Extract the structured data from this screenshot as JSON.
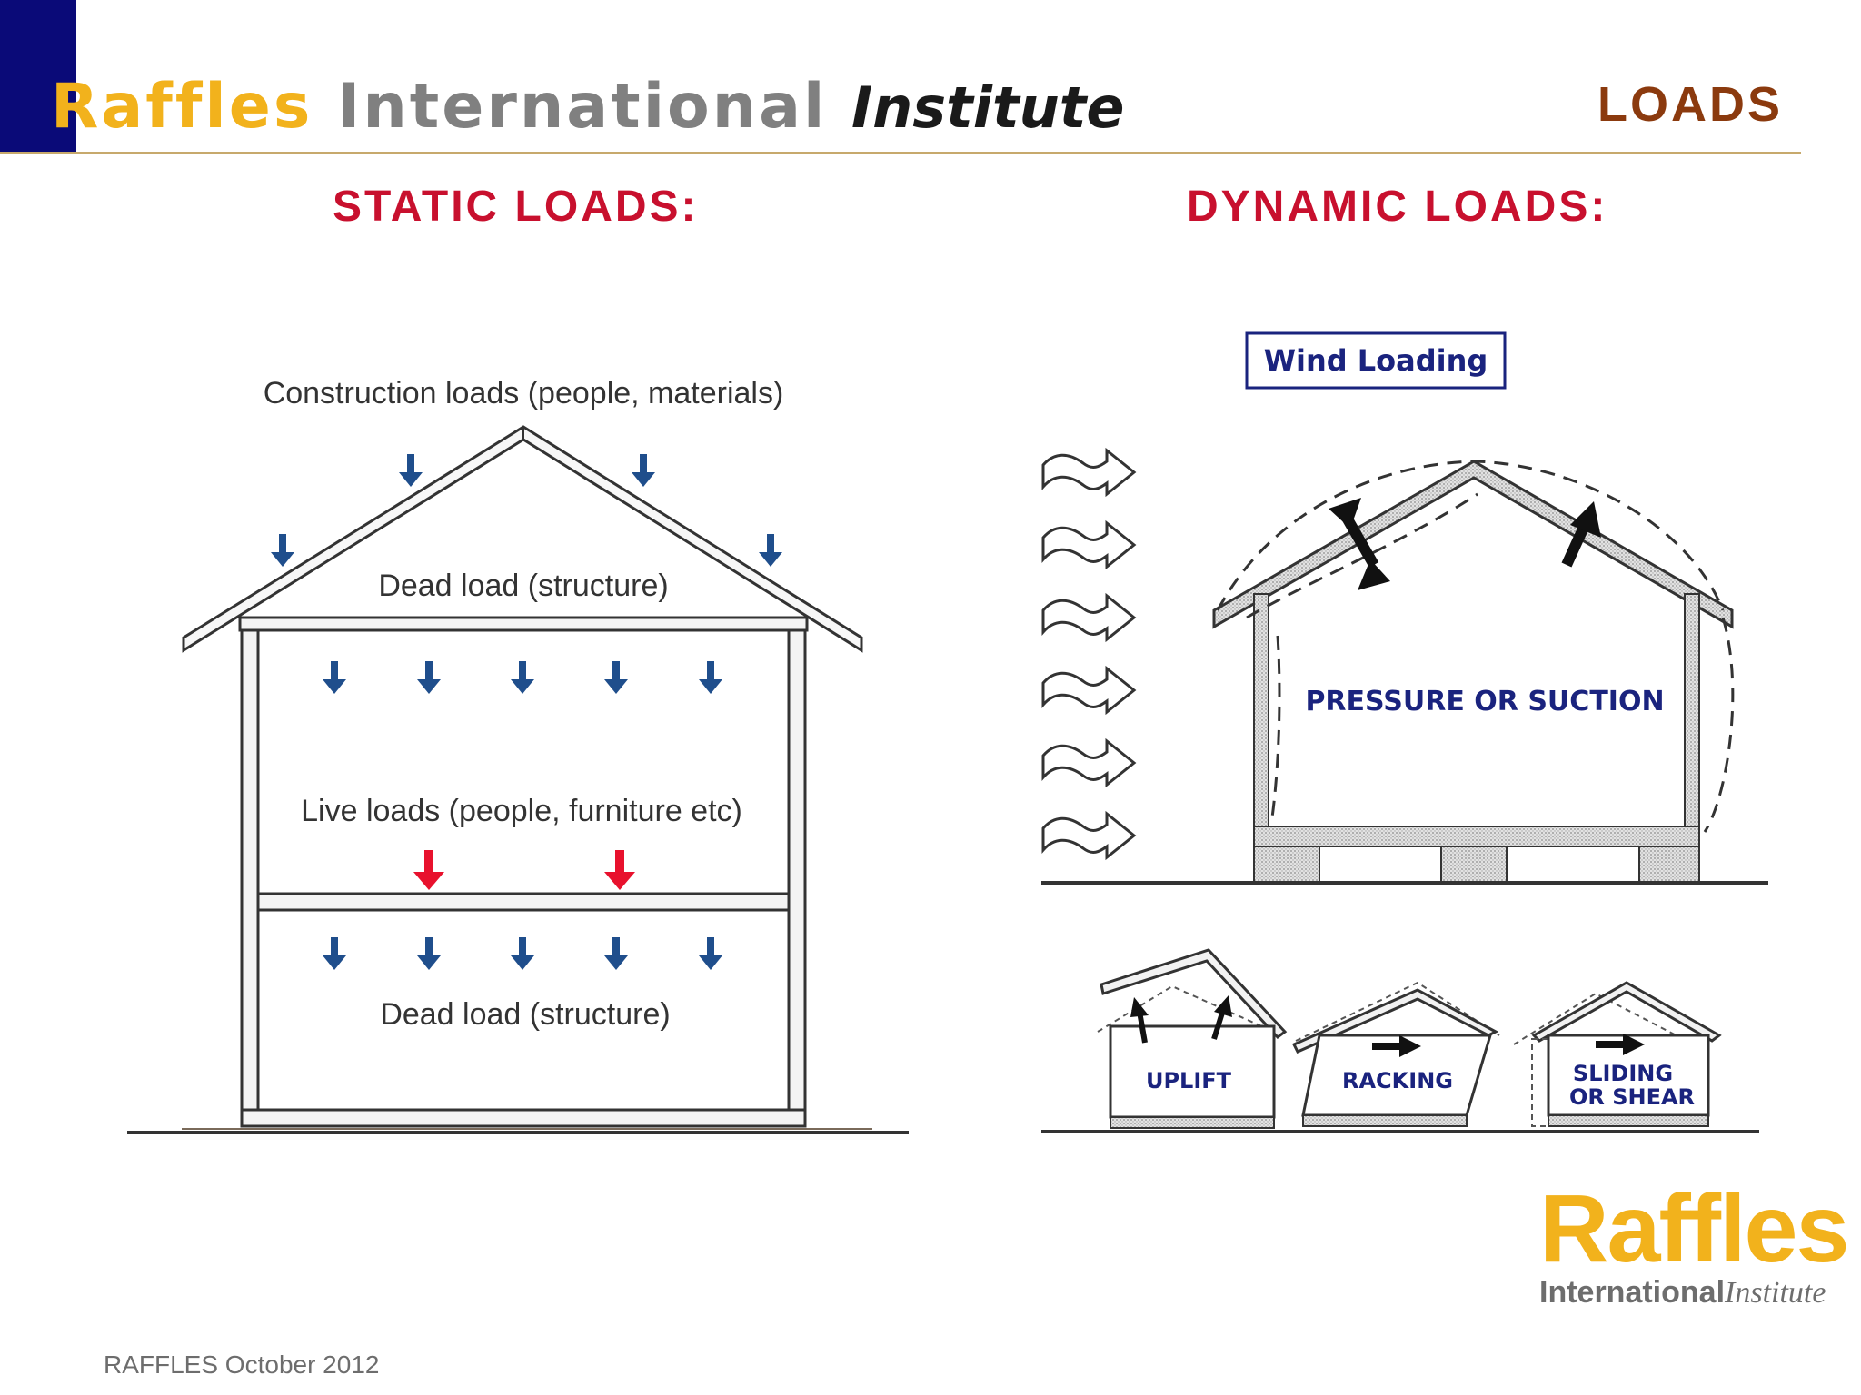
{
  "header": {
    "brand_part1": "Raffles",
    "brand_part2": "International",
    "brand_part3": "Institute",
    "section_title": "LOADS"
  },
  "static_loads": {
    "title": "STATIC LOADS:",
    "labels": {
      "construction": "Construction loads (people, materials)",
      "dead_roof": "Dead load (structure)",
      "live": "Live loads (people, furniture etc)",
      "dead_floor": "Dead load (structure)"
    }
  },
  "dynamic_loads": {
    "title": "DYNAMIC LOADS:",
    "labels": {
      "wind": "Wind Loading",
      "pressure": "PRESSURE OR SUCTION",
      "uplift": "UPLIFT",
      "racking": "RACKING",
      "sliding_1": "SLIDING",
      "sliding_2": "OR SHEAR"
    }
  },
  "logo": {
    "big": "Raffles",
    "sub_bold": "International",
    "sub_italic": "Institute"
  },
  "footer": {
    "text": "RAFFLES October 2012"
  },
  "colors": {
    "brand_yellow": "#f2b21c",
    "corner_navy": "#0a0a78",
    "title_red": "#c8102e",
    "section_brown": "#8b3a0e",
    "dead_arrow": "#1f4e8c",
    "live_arrow": "#e8112d"
  }
}
